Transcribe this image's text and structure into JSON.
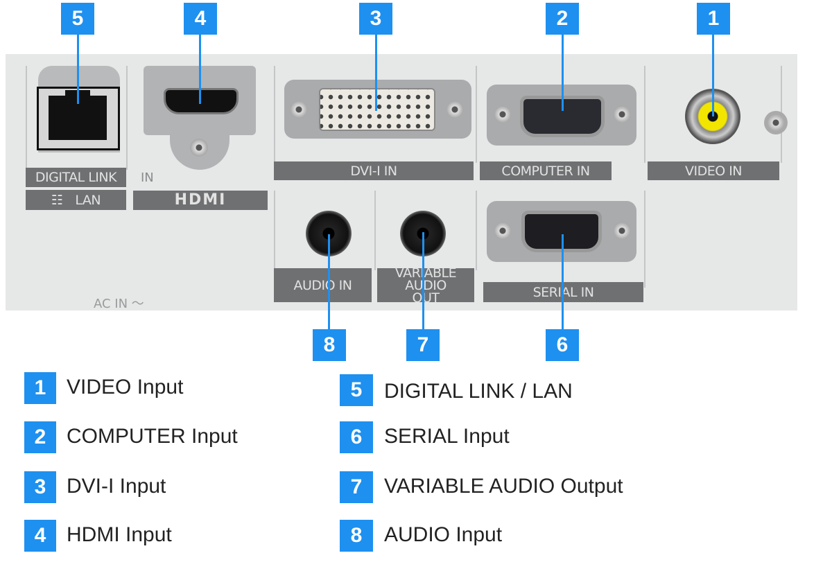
{
  "ports": [
    {
      "num": "1",
      "panel_label": "VIDEO IN",
      "legend": "VIDEO Input"
    },
    {
      "num": "2",
      "panel_label": "COMPUTER IN",
      "legend": "COMPUTER Input"
    },
    {
      "num": "3",
      "panel_label": "DVI-I IN",
      "legend": "DVI-I Input"
    },
    {
      "num": "4",
      "panel_label": "HDMI",
      "panel_sub": "IN",
      "legend": "HDMI Input"
    },
    {
      "num": "5",
      "panel_label": "DIGITAL LINK",
      "panel_sub": "LAN",
      "legend": "DIGITAL LINK / LAN"
    },
    {
      "num": "6",
      "panel_label": "SERIAL IN",
      "legend": "SERIAL Input"
    },
    {
      "num": "7",
      "panel_label": "VARIABLE AUDIO OUT",
      "legend": "VARIABLE AUDIO Output"
    },
    {
      "num": "8",
      "panel_label": "AUDIO IN",
      "legend": "AUDIO Input"
    }
  ],
  "ac_in": "AC IN ～",
  "colors": {
    "accent": "#1e90f0",
    "label_bar": "#6f7072",
    "panel": "#e6e7e7",
    "rca": "#f2e600"
  }
}
